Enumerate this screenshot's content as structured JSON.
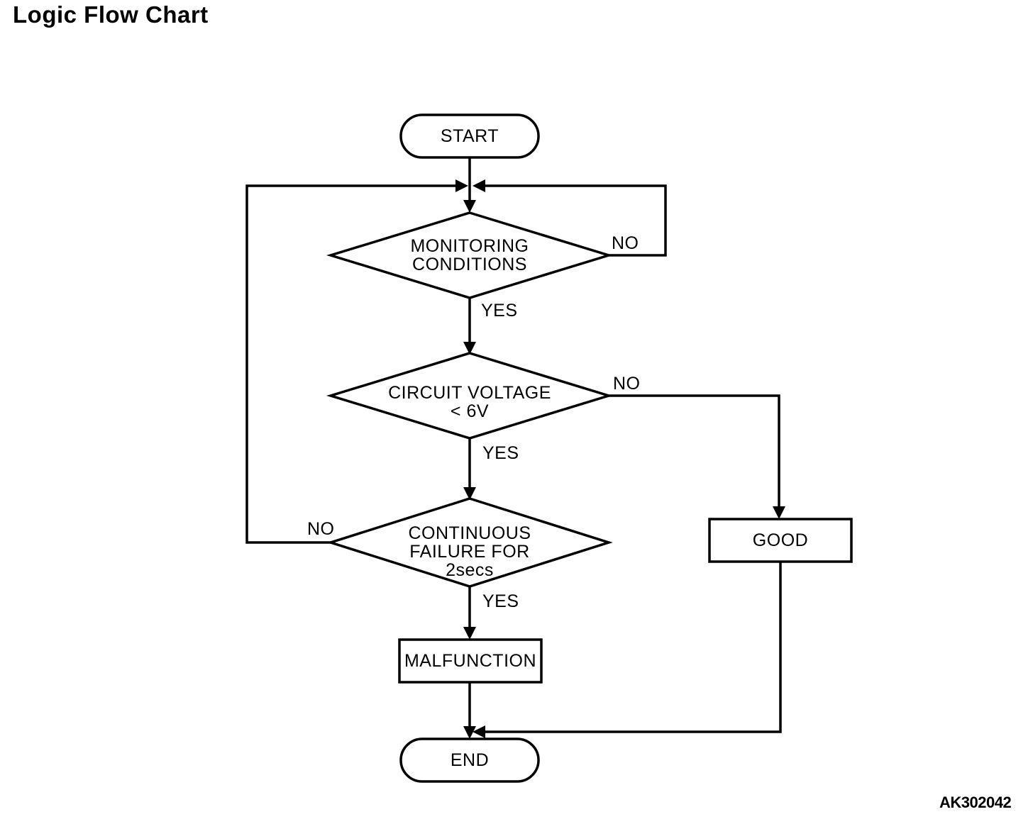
{
  "page": {
    "title": "Logic Flow Chart",
    "figure_code": "AK302042",
    "colors": {
      "background": "#ffffff",
      "line": "#000000",
      "text": "#000000"
    }
  },
  "nodes": {
    "start": {
      "type": "terminator",
      "label": "START"
    },
    "monitoring": {
      "type": "decision",
      "label": "MONITORING\nCONDITIONS"
    },
    "voltage": {
      "type": "decision",
      "label": "CIRCUIT VOLTAGE\n< 6V"
    },
    "failure": {
      "type": "decision",
      "label": "CONTINUOUS\nFAILURE FOR\n2secs"
    },
    "good": {
      "type": "process",
      "label": "GOOD"
    },
    "malfunction": {
      "type": "process",
      "label": "MALFUNCTION"
    },
    "end": {
      "type": "terminator",
      "label": "END"
    }
  },
  "edges": {
    "monitoring_no": "NO",
    "monitoring_yes": "YES",
    "voltage_no": "NO",
    "voltage_yes": "YES",
    "failure_no": "NO",
    "failure_yes": "YES"
  },
  "connections": [
    "START -> junction -> MONITORING CONDITIONS",
    "MONITORING CONDITIONS -NO-> loop right back to junction",
    "MONITORING CONDITIONS -YES-> CIRCUIT VOLTAGE < 6V",
    "CIRCUIT VOLTAGE < 6V -NO-> GOOD",
    "CIRCUIT VOLTAGE < 6V -YES-> CONTINUOUS FAILURE FOR 2secs",
    "CONTINUOUS FAILURE FOR 2secs -NO-> loop left back to junction",
    "CONTINUOUS FAILURE FOR 2secs -YES-> MALFUNCTION",
    "GOOD -> joins line into END",
    "MALFUNCTION -> END"
  ]
}
